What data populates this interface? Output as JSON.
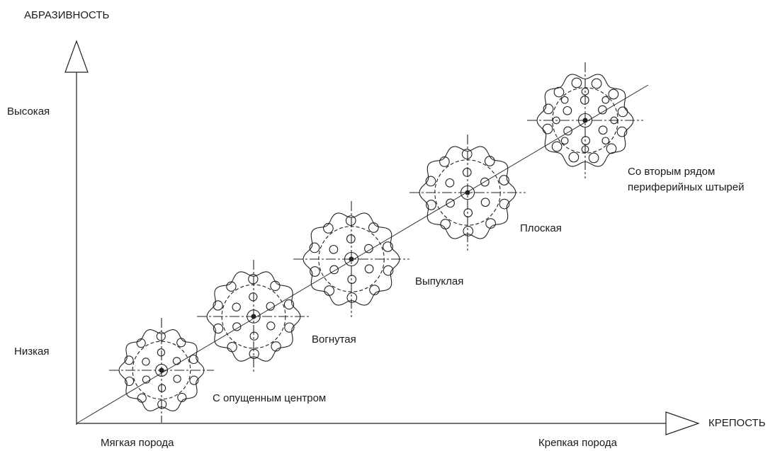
{
  "axes": {
    "y_title": "АБРАЗИВНОСТЬ",
    "y_high": "Высокая",
    "y_low": "Низкая",
    "x_title": "КРЕПОСТЬ",
    "x_low": "Мягкая порода",
    "x_high": "Крепкая порода"
  },
  "bits": [
    {
      "id": "dropped-center",
      "label": "С опущенным центром"
    },
    {
      "id": "concave",
      "label": "Вогнутая"
    },
    {
      "id": "convex",
      "label": "Выпуклая"
    },
    {
      "id": "flat",
      "label": "Плоская"
    },
    {
      "id": "second-row",
      "label_line1": "Со вторым рядом",
      "label_line2": "периферийных штырей"
    }
  ],
  "colors": {
    "line": "#222222",
    "text": "#1a1a1a",
    "background": "#ffffff"
  }
}
